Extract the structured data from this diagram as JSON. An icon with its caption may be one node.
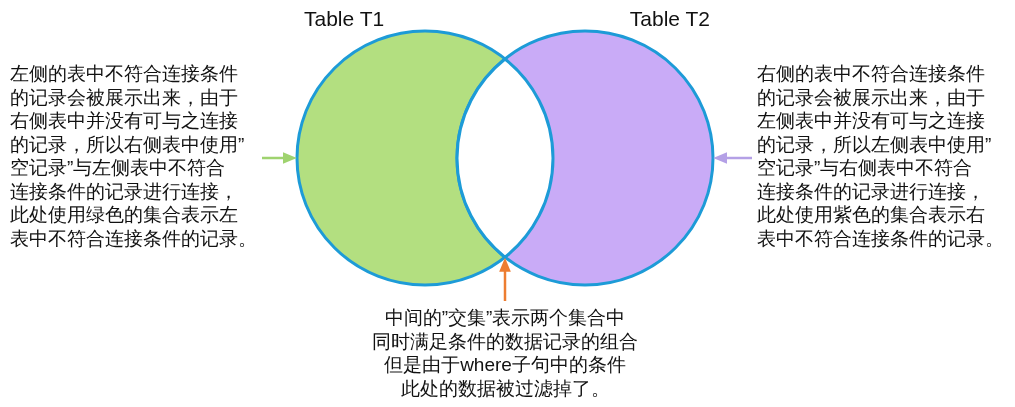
{
  "diagram": {
    "nodes": [
      {
        "text": [
          "Table T1"
        ]
      },
      {
        "text": [
          "Table T2"
        ]
      },
      {
        "text": [],
        "shape": "lens"
      },
      {
        "text": [
          "左侧的表中不符合连接条件的记录会被展示出来，由于右侧表中并没有可与之连接的记录，所以右侧表中使用”空记录”与左侧表中不符合连接条件的记录进行连接，此处使用绿色的集合表示左表中不符合连接条件的记录。"
        ]
      },
      {
        "text": [
          "右侧的表中不符合连接条件的记录会被展示出来，由于左侧表中并没有可与之连接的记录，所以左侧表中使用”空记录”与右侧表中不符合连接条件的记录进行连接，此处使用紫色的集合表示右表中不符合连接条件的记录。"
        ]
      },
      {
        "text": [
          "中间的”交集”表示两个集合中同时满足条件的数据记录的组合但是由于where子句中的条件此处的数据被过滤掉了。"
        ]
      }
    ],
    "edges": [
      {
        "from": 3,
        "to": 0,
        "arrow": "to",
        "color": "#9fd36f"
      },
      {
        "from": 4,
        "to": 1,
        "arrow": "to",
        "color": "#b4a0e6"
      },
      {
        "from": 5,
        "to": 2,
        "arrow": "to",
        "color": "#ed7d31"
      }
    ]
  }
}
